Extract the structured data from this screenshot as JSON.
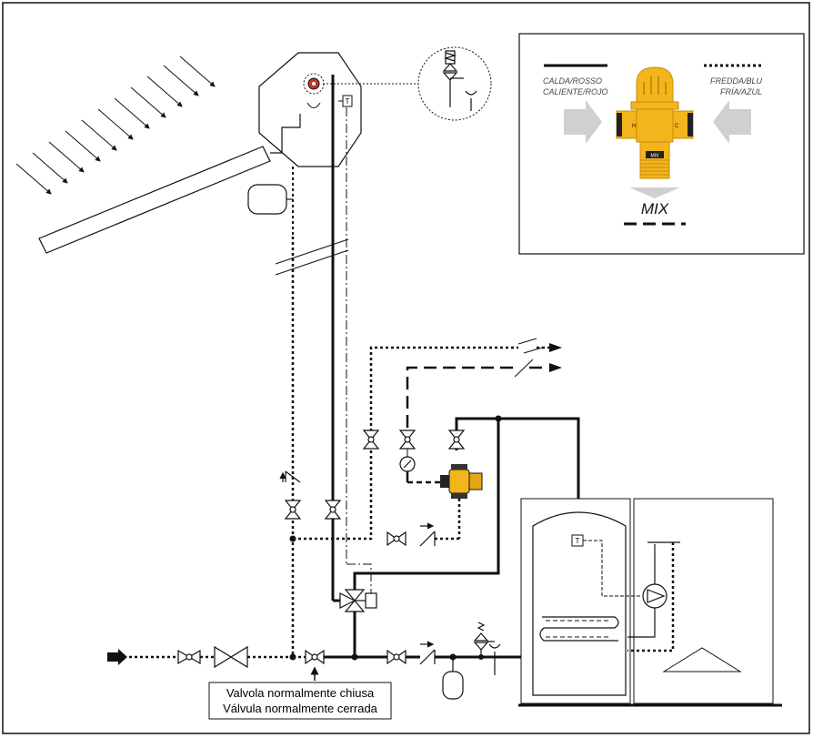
{
  "diagram": {
    "legend": {
      "hot_label_line1": "CALDA/ROSSO",
      "hot_label_line2": "CALIENTE/ROJO",
      "cold_label_line1": "FREDDA/BLU",
      "cold_label_line2": "FRÍA/AZUL",
      "mix_label": "MIX",
      "valve_badge": "MIX",
      "hot_port": "H",
      "cold_port": "C"
    },
    "thermostat_symbol": "T",
    "note": {
      "line1": "Valvola normalmente chiusa",
      "line2": "Válvula normalmente cerrada"
    },
    "colors": {
      "line": "#111111",
      "valve_body": "#f2b51c",
      "valve_shade": "#c98a0c",
      "heater_dot": "#c0392b",
      "arrow_grey": "#d0d0d0"
    }
  }
}
